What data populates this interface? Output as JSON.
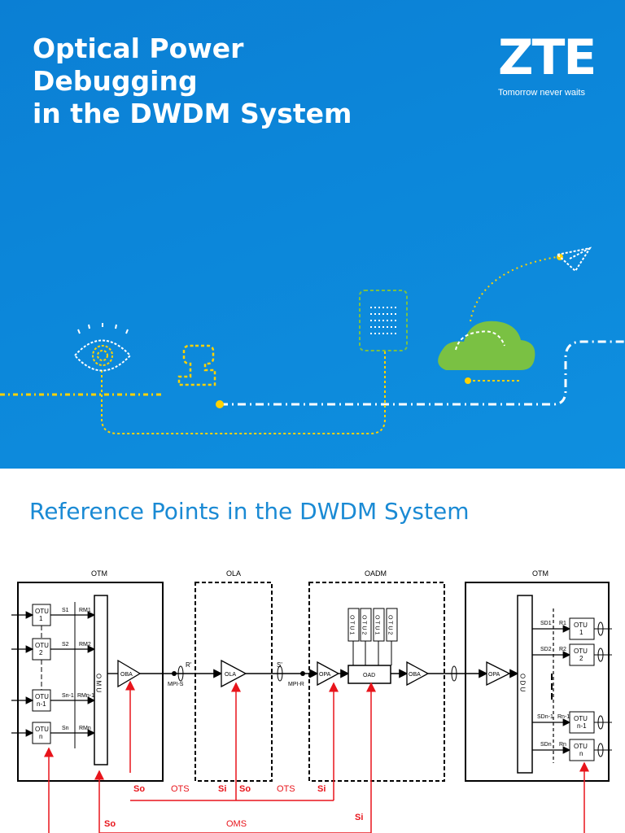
{
  "cover": {
    "title_line1": "Optical Power Debugging",
    "title_line2": "in the DWDM System",
    "brand": "ZTE",
    "tagline": "Tomorrow never waits",
    "colors": {
      "background": "#0c86d9",
      "accent_yellow": "#ffd200",
      "accent_green": "#7ac143"
    }
  },
  "section": {
    "title": "Reference Points in the DWDM System"
  },
  "diagram": {
    "sites": {
      "otm_left": "OTM",
      "ola": "OLA",
      "oadm": "OADM",
      "otm_right": "OTM"
    },
    "otu_left": [
      "OTU\n1",
      "OTU\n2",
      "OTU\nn-1",
      "OTU\nn"
    ],
    "s_left": [
      "S1",
      "S2",
      "Sn-1",
      "Sn"
    ],
    "r_left": [
      "RM1",
      "RM2",
      "RMn-1",
      "RMn"
    ],
    "omu": "O M U",
    "oba": "OBA",
    "ola": "OLA",
    "opa": "OPA",
    "oad": "OAD",
    "odu": "O D U",
    "oadm_otus": [
      "O T U 1",
      "O T U 2",
      "O T U 1",
      "O T U 2"
    ],
    "mpi_s": "MPI-S",
    "mpi_r": "MPI-R",
    "r_label": "R'",
    "s_label": "S'",
    "s_right": [
      "SD1",
      "SD2",
      "SDn-1",
      "SDn"
    ],
    "r_right": [
      "R1",
      "R2",
      "Rn-1",
      "Rn"
    ],
    "otu_right": [
      "OTU\n1",
      "OTU\n2",
      "OTU\nn-1",
      "OTU\nn"
    ],
    "spans": {
      "so1": "So",
      "si1": "Si",
      "so2": "So",
      "si2": "Si",
      "ots1": "OTS",
      "ots2": "OTS",
      "so3": "So",
      "oms": "OMS",
      "si3": "Si"
    },
    "colors": {
      "line": "#000000",
      "reference": "#e8141b",
      "span_text": "#e8141b"
    }
  }
}
